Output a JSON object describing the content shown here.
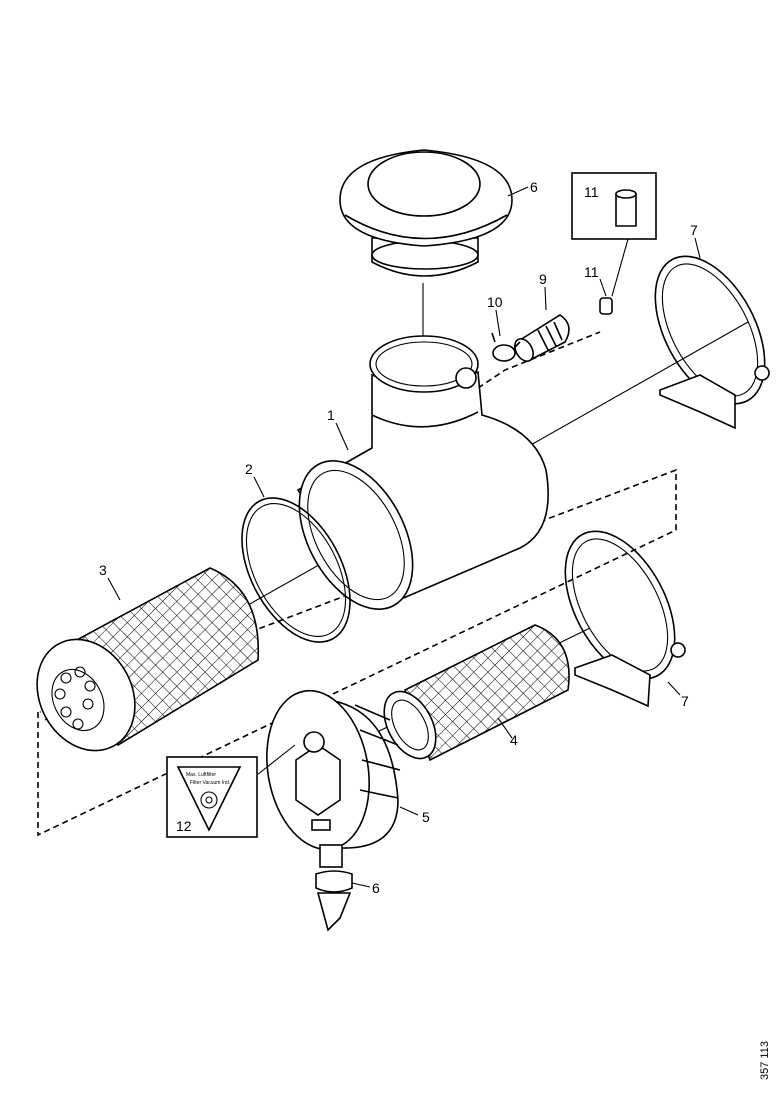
{
  "diagram": {
    "reference_number": "357 113",
    "callouts": {
      "c1": "1",
      "c2": "2",
      "c3": "3",
      "c4": "4",
      "c5": "5",
      "c6a": "6",
      "c6b": "6",
      "c7a": "7",
      "c7b": "7",
      "c9": "9",
      "c10": "10",
      "c11a": "11",
      "c11b": "11",
      "c12": "12"
    },
    "warning_label_lines": [
      "Max. Luftfilter",
      "Filter Vacuum Ind."
    ]
  }
}
